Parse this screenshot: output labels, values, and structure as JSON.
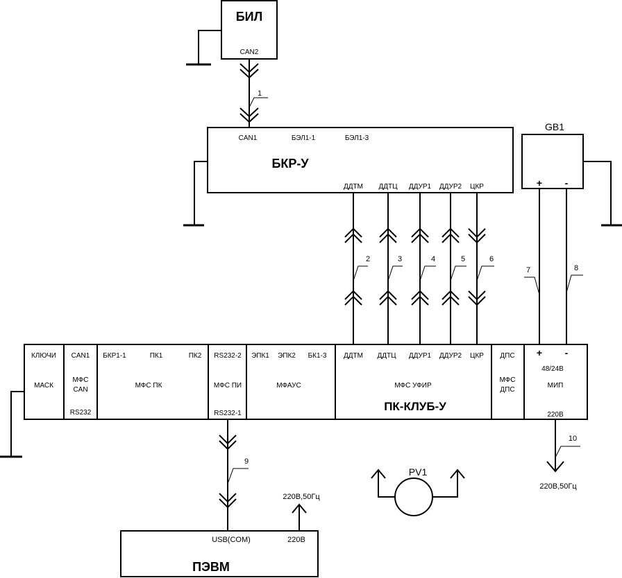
{
  "bil": {
    "title": "БИЛ",
    "port": "CAN2"
  },
  "bkr": {
    "title": "БКР-У",
    "ports_top": [
      "CAN1",
      "БЭЛ1-1",
      "БЭЛ1-3"
    ],
    "ports_bottom": [
      "ДДТМ",
      "ДДТЦ",
      "ДДУР1",
      "ДДУР2",
      "ЦКР"
    ]
  },
  "gb1": {
    "title": "GB1",
    "plus": "+",
    "minus": "-"
  },
  "pk": {
    "title": "ПК-КЛУБ-У",
    "sections": {
      "keys": {
        "top": "КЛЮЧИ",
        "name": "МАСК"
      },
      "mfs_can": {
        "top": "CAN1",
        "name_l1": "МФС",
        "name_l2": "CAN",
        "bottom": "RS232"
      },
      "mfs_pk": {
        "p1": "БКР1-1",
        "p2": "ПК1",
        "p3": "ПК2",
        "name": "МФС ПК"
      },
      "mfs_pi": {
        "top": "RS232-2",
        "name": "МФС ПИ",
        "bottom": "RS232-1"
      },
      "mfaus": {
        "p1": "ЭПК1",
        "p2": "ЭПК2",
        "p3": "БК1-3",
        "name": "МФАУС"
      },
      "ufir": {
        "ports": [
          "ДДТМ",
          "ДДТЦ",
          "ДДУР1",
          "ДДУР2",
          "ЦКР"
        ],
        "name": "МФС УФИР"
      },
      "dps": {
        "top": "ДПС",
        "name_l1": "МФС",
        "name_l2": "ДПС"
      },
      "mip": {
        "plus": "+",
        "minus": "-",
        "voltage": "48/24В",
        "name": "МИП",
        "bottom": "220В"
      }
    }
  },
  "pevm": {
    "title": "ПЭВМ",
    "port": "USB(COM)",
    "power_port": "220В",
    "power_label": "220В,50Гц"
  },
  "pv1": {
    "title": "PV1"
  },
  "mains": {
    "label": "220В,50Гц"
  },
  "wires": [
    "1",
    "2",
    "3",
    "4",
    "5",
    "6",
    "7",
    "8",
    "9",
    "10"
  ]
}
